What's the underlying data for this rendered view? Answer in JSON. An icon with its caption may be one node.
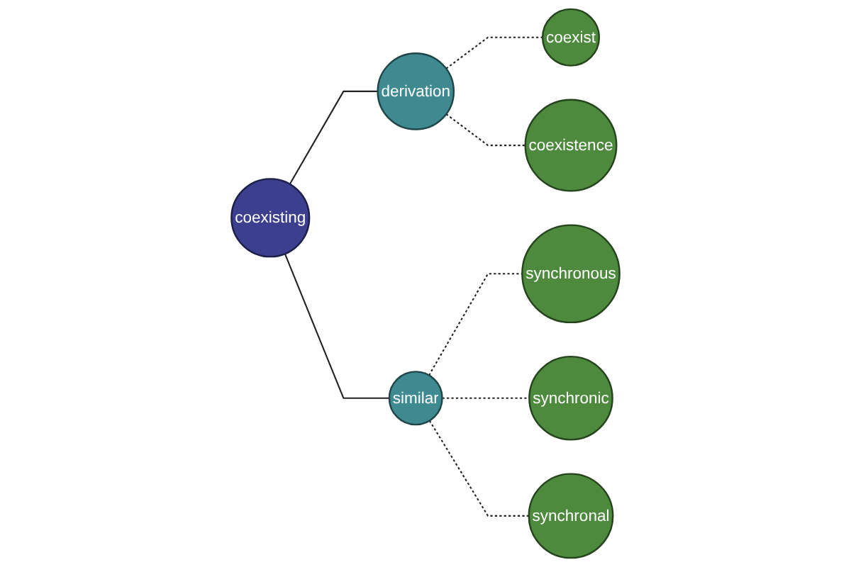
{
  "diagram": {
    "nodes": [
      {
        "text": [
          "coexist"
        ]
      },
      {
        "text": [
          "derivation"
        ]
      },
      {
        "text": [
          "coexistence"
        ]
      },
      {
        "text": [
          "coexisting"
        ]
      },
      {
        "text": [
          "similar"
        ]
      },
      {
        "text": [
          "synchronous"
        ]
      },
      {
        "text": [
          "synchronic"
        ]
      },
      {
        "text": [
          "synchronal"
        ]
      }
    ],
    "edges": [
      {
        "from": 3,
        "to": 1,
        "arrow": "none"
      },
      {
        "from": 3,
        "to": 4,
        "arrow": "none"
      },
      {
        "from": 1,
        "to": 0,
        "arrow": "none",
        "style": "dashed"
      },
      {
        "from": 1,
        "to": 2,
        "arrow": "none",
        "style": "dashed"
      },
      {
        "from": 4,
        "to": 5,
        "arrow": "none",
        "style": "dashed"
      },
      {
        "from": 4,
        "to": 6,
        "arrow": "none",
        "style": "dashed"
      },
      {
        "from": 4,
        "to": 7,
        "arrow": "none",
        "style": "dashed"
      }
    ]
  }
}
